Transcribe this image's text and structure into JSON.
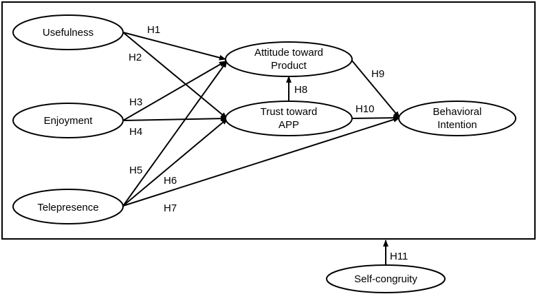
{
  "nodes": {
    "usefulness": "Usefulness",
    "enjoyment": "Enjoyment",
    "telepresence": "Telepresence",
    "attitude_line1": "Attitude toward",
    "attitude_line2": "Product",
    "trust_line1": "Trust toward",
    "trust_line2": "APP",
    "behavioral_line1": "Behavioral",
    "behavioral_line2": "Intention",
    "self_congruity": "Self-congruity"
  },
  "hypotheses": {
    "h1": "H1",
    "h2": "H2",
    "h3": "H3",
    "h4": "H4",
    "h5": "H5",
    "h6": "H6",
    "h7": "H7",
    "h8": "H8",
    "h9": "H9",
    "h10": "H10",
    "h11": "H11"
  }
}
